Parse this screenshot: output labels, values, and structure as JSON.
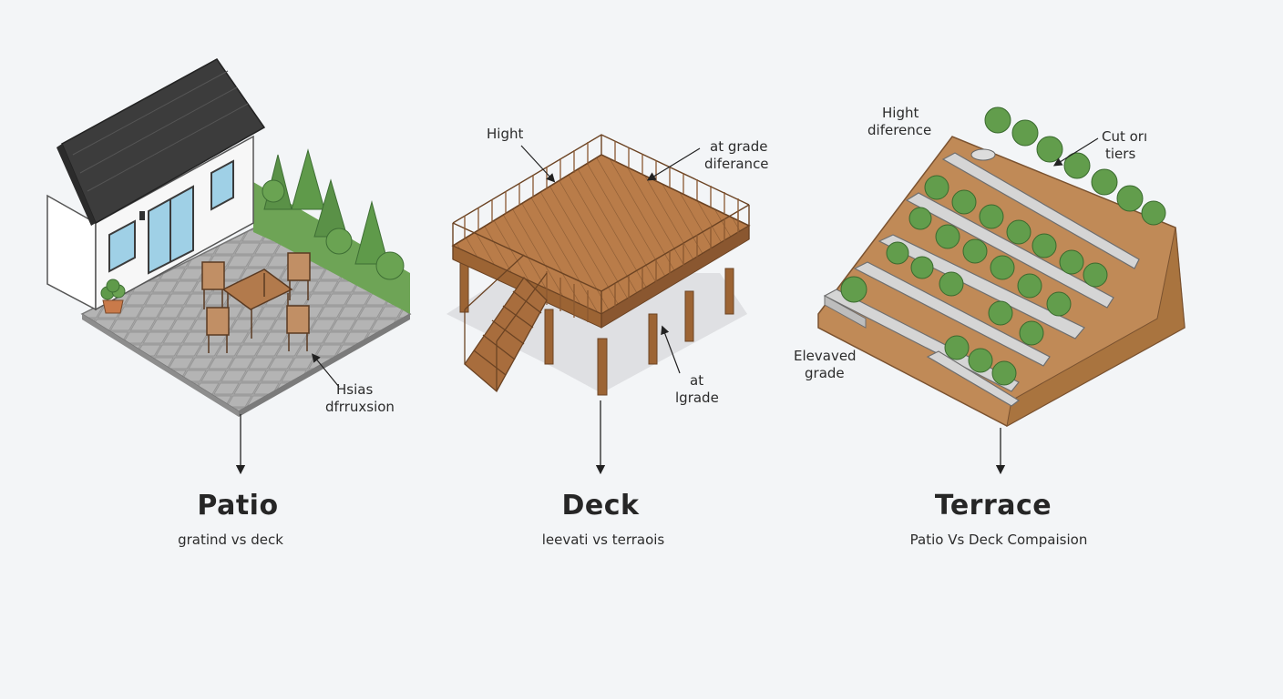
{
  "colors": {
    "background": "#f3f5f7",
    "wood": "#b87a48",
    "wood_dark": "#7d4f2a",
    "stone": "#a9a9a9",
    "soil": "#c08a57",
    "foliage": "#5f9a4a",
    "roof": "#3c3c3c"
  },
  "panels": {
    "patio": {
      "title": "Patio",
      "subtitle": "gratind vs deck",
      "callout_line1": "Hsias",
      "callout_line2": "dfrruxsion"
    },
    "deck": {
      "title": "Deck",
      "subtitle": "leevati vs terraois",
      "callout_height": "Hight",
      "callout_grade_line1": "at grade",
      "callout_grade_line2": "diferance",
      "callout_bottom_line1": "at",
      "callout_bottom_line2": "lgrade"
    },
    "terrace": {
      "title": "Terrace",
      "subtitle": "Patio Vs Deck Compaision",
      "callout_height_line1": "Hight",
      "callout_height_line2": "diference",
      "callout_cut_line1": "Cut orı",
      "callout_cut_line2": "tiers",
      "callout_elevated_line1": "Elevaved",
      "callout_elevated_line2": "grade"
    }
  }
}
